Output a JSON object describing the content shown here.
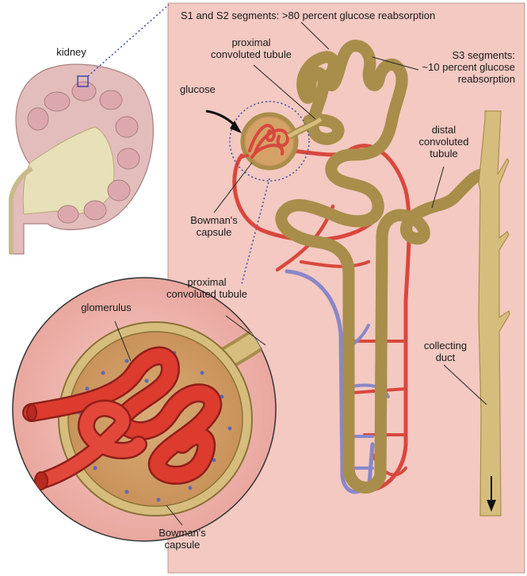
{
  "labels": {
    "kidney": "kidney",
    "s1_s2": "S1 and S2 segments: >80 percent glucose reabsorption",
    "s3": "S3 segments:\n~10 percent glucose\nreabsorption",
    "pct_top": "proximal\nconvoluted tubule",
    "glucose": "glucose",
    "dct": "distal\nconvoluted\ntubule",
    "bowman_top": "Bowman's\ncapsule",
    "pct_zoom": "proximal\nconvoluted tubule",
    "glomerulus": "glomerulus",
    "collecting_duct": "collecting\nduct",
    "bowman_bottom": "Bowman's\ncapsule"
  },
  "colors": {
    "panel_bg": "#f3c9c1",
    "tubule": "#d7bd7d",
    "tubule_edge": "#a88e4a",
    "artery": "#d9473e",
    "vein": "#8a86c8",
    "kidney": "#e3bcbc",
    "tissue": "#ecb1aa"
  }
}
